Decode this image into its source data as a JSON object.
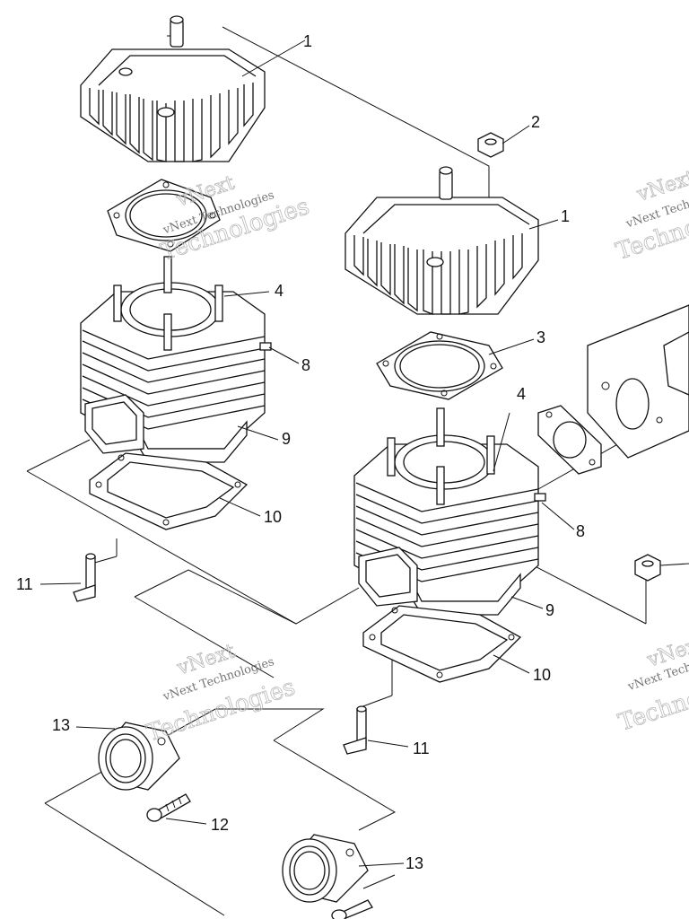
{
  "diagram": {
    "callouts": [
      {
        "id": "c1a",
        "label": "1"
      },
      {
        "id": "c2",
        "label": "2"
      },
      {
        "id": "c1b",
        "label": "1"
      },
      {
        "id": "c3b",
        "label": "3"
      },
      {
        "id": "c4a",
        "label": "4"
      },
      {
        "id": "c8a",
        "label": "8"
      },
      {
        "id": "c9a",
        "label": "9"
      },
      {
        "id": "c10a",
        "label": "10"
      },
      {
        "id": "c11a",
        "label": "11"
      },
      {
        "id": "c4b",
        "label": "4"
      },
      {
        "id": "c8b",
        "label": "8"
      },
      {
        "id": "c9b",
        "label": "9"
      },
      {
        "id": "c10b",
        "label": "10"
      },
      {
        "id": "c11b",
        "label": "11"
      },
      {
        "id": "c13a",
        "label": "13"
      },
      {
        "id": "c12",
        "label": "12"
      },
      {
        "id": "c13b",
        "label": "13"
      }
    ],
    "watermark": {
      "brand_top": "vNext",
      "brand_full": "vNext Technologies",
      "brand_big": "Technologies"
    }
  }
}
